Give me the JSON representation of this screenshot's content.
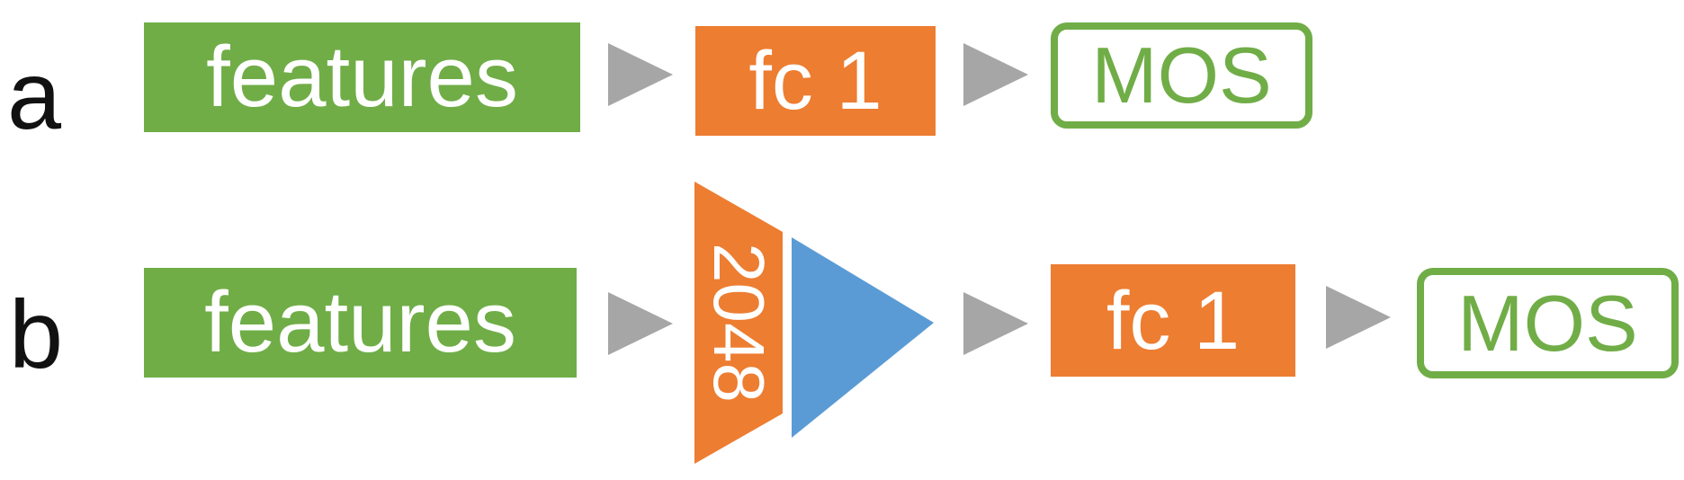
{
  "colors": {
    "green": "#70ad47",
    "orange": "#ed7d31",
    "blue": "#5b9bd5",
    "arrow": "#a6a6a6"
  },
  "row_a": {
    "label": "a",
    "features": "features",
    "fc": "fc 1",
    "output": "MOS"
  },
  "row_b": {
    "label": "b",
    "features": "features",
    "layer_size": "2048",
    "fc": "fc 1",
    "output": "MOS"
  },
  "icons": {
    "arrow": "triangle-right-icon",
    "neuron": "triangle-right-icon"
  }
}
